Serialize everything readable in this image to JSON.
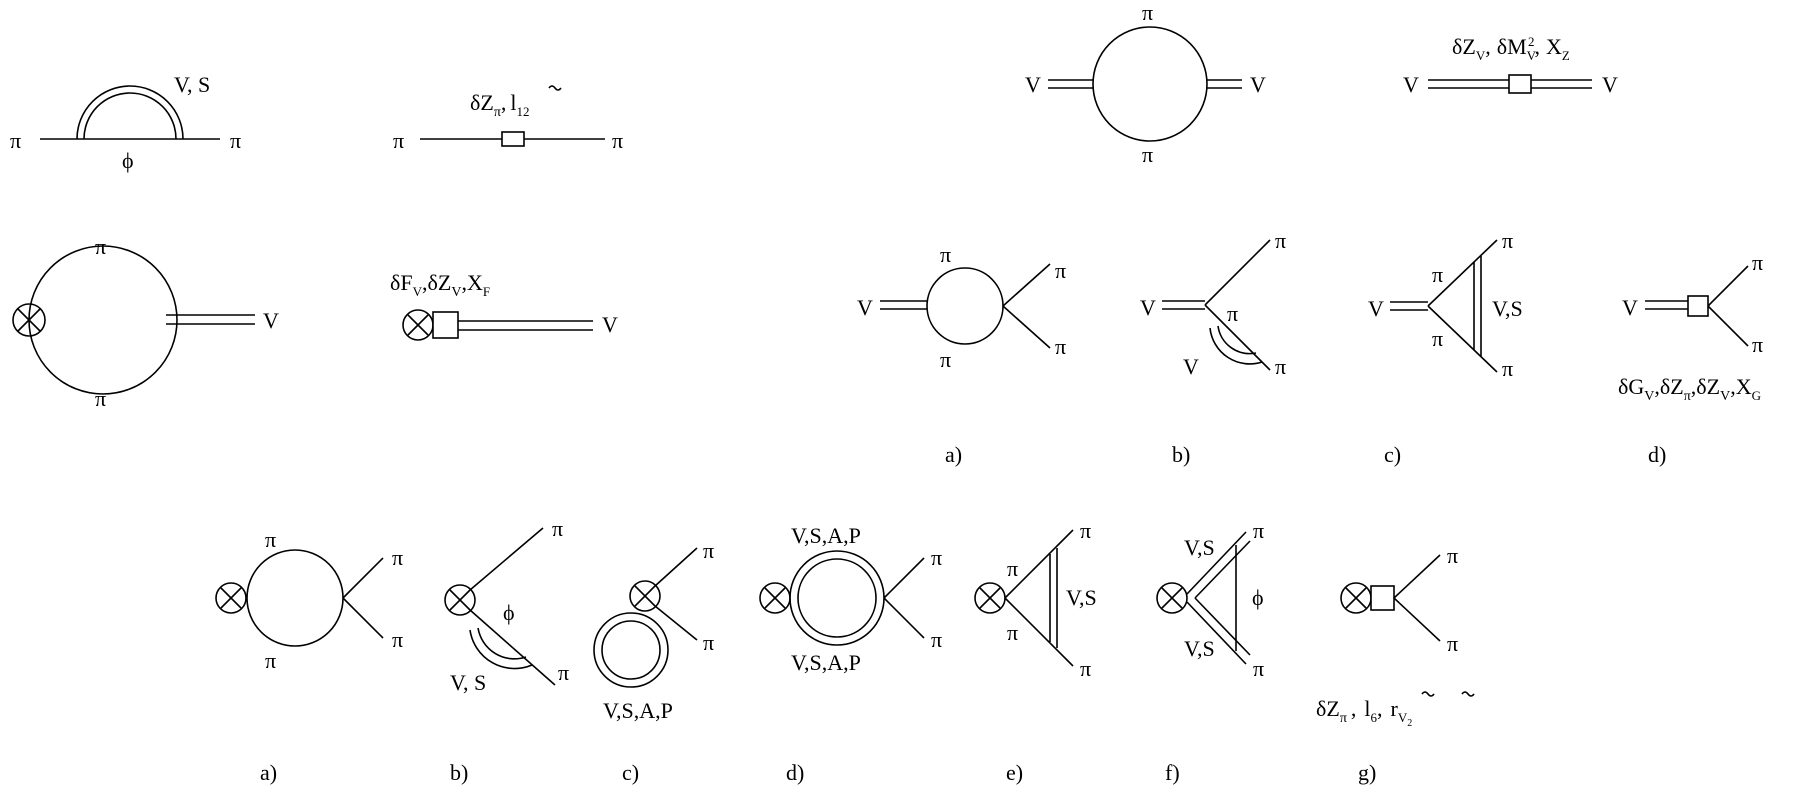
{
  "labels": {
    "pi": "π",
    "phi": "ϕ",
    "V": "V",
    "VS": "V,S",
    "V_S": "V, S",
    "VSAP": "V,S,A,P",
    "otimes": "⊗"
  },
  "counterterms": {
    "dZpi": "δZ",
    "dZpi_sub": "π",
    "l12": "l",
    "l12_sub": "12",
    "dZV": "δZ",
    "dZV_sub": "V",
    "dMV": "δM",
    "dMV_sub": "V",
    "dMV_sup": "2",
    "XZ": "X",
    "XZ_sub": "Z",
    "dFV": "δF",
    "dFV_sub": "V",
    "XF": "X",
    "XF_sub": "F",
    "dGV": "δG",
    "dGV_sub": "V",
    "XG": "X",
    "XG_sub": "G",
    "l6": "l",
    "l6_sub": "6",
    "rV2": "r",
    "rV2_sub": "V",
    "rV2_subsub": "2",
    "comma": ","
  },
  "panel_labels_mid": [
    "a)",
    "b)",
    "c)",
    "d)"
  ],
  "panel_labels_bottom": [
    "a)",
    "b)",
    "c)",
    "d)",
    "e)",
    "f)",
    "g)"
  ]
}
